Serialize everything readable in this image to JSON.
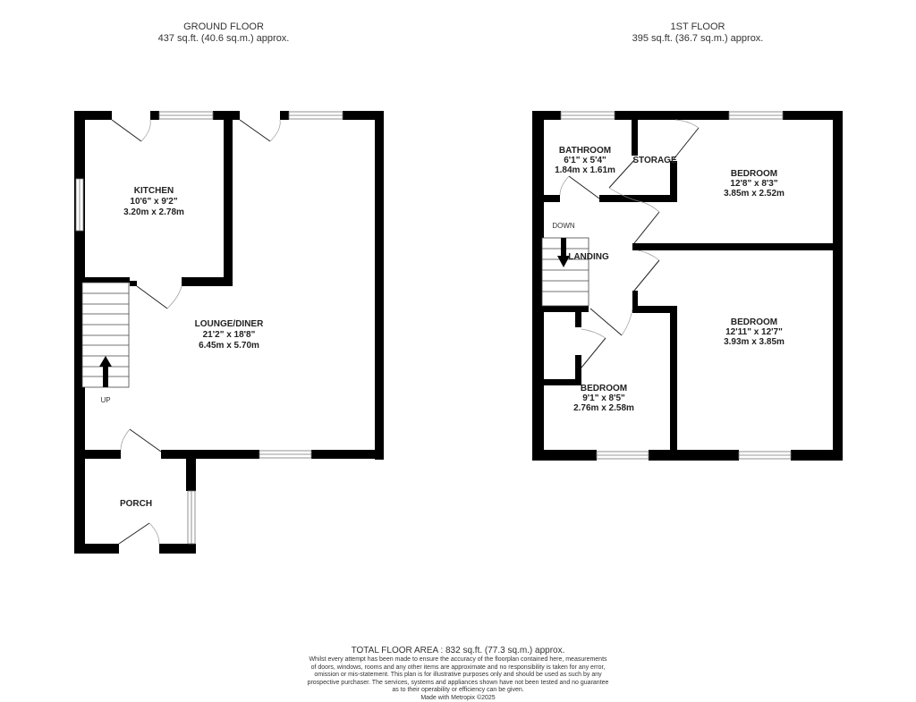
{
  "ground_floor": {
    "title": "GROUND FLOOR",
    "area": "437 sq.ft. (40.6 sq.m.) approx.",
    "rooms": [
      {
        "name": "KITCHEN",
        "imperial": "10'6\"  x 9'2\"",
        "metric": "3.20m  x 2.78m"
      },
      {
        "name": "LOUNGE/DINER",
        "imperial": "21'2\"  x 18'8\"",
        "metric": "6.45m  x 5.70m"
      },
      {
        "name": "PORCH"
      }
    ],
    "stairs_label": "UP"
  },
  "first_floor": {
    "title": "1ST FLOOR",
    "area": "395 sq.ft. (36.7 sq.m.) approx.",
    "rooms": [
      {
        "name": "BATHROOM",
        "imperial": "6'1\"  x 5'4\"",
        "metric": "1.84m  x 1.61m"
      },
      {
        "name": "STORAGE"
      },
      {
        "name": "BEDROOM",
        "imperial": "12'8\"  x 8'3\"",
        "metric": "3.85m  x 2.52m"
      },
      {
        "name": "LANDING"
      },
      {
        "name": "BEDROOM",
        "imperial": "12'11\"  x 12'7\"",
        "metric": "3.93m  x 3.85m"
      },
      {
        "name": "BEDROOM",
        "imperial": "9'1\"  x 8'5\"",
        "metric": "2.76m  x 2.58m"
      }
    ],
    "stairs_label": "DOWN"
  },
  "footer": {
    "total": "TOTAL FLOOR AREA : 832 sq.ft. (77.3 sq.m.) approx.",
    "disclaimer": [
      "Whilst every attempt has been made to ensure the accuracy of the floorplan contained here, measurements",
      "of doors, windows, rooms and any other items are approximate and no responsibility is taken for any error,",
      "omission or mis-statement. This plan is for illustrative purposes only and should be used as such by any",
      "prospective purchaser. The services, systems and appliances shown have not been tested and no guarantee",
      "as to their operability or efficiency can be given."
    ],
    "credit": "Made with Metropix ©2025"
  },
  "colors": {
    "wall": "#000000",
    "window": "#ffffff",
    "line": "#888888"
  }
}
